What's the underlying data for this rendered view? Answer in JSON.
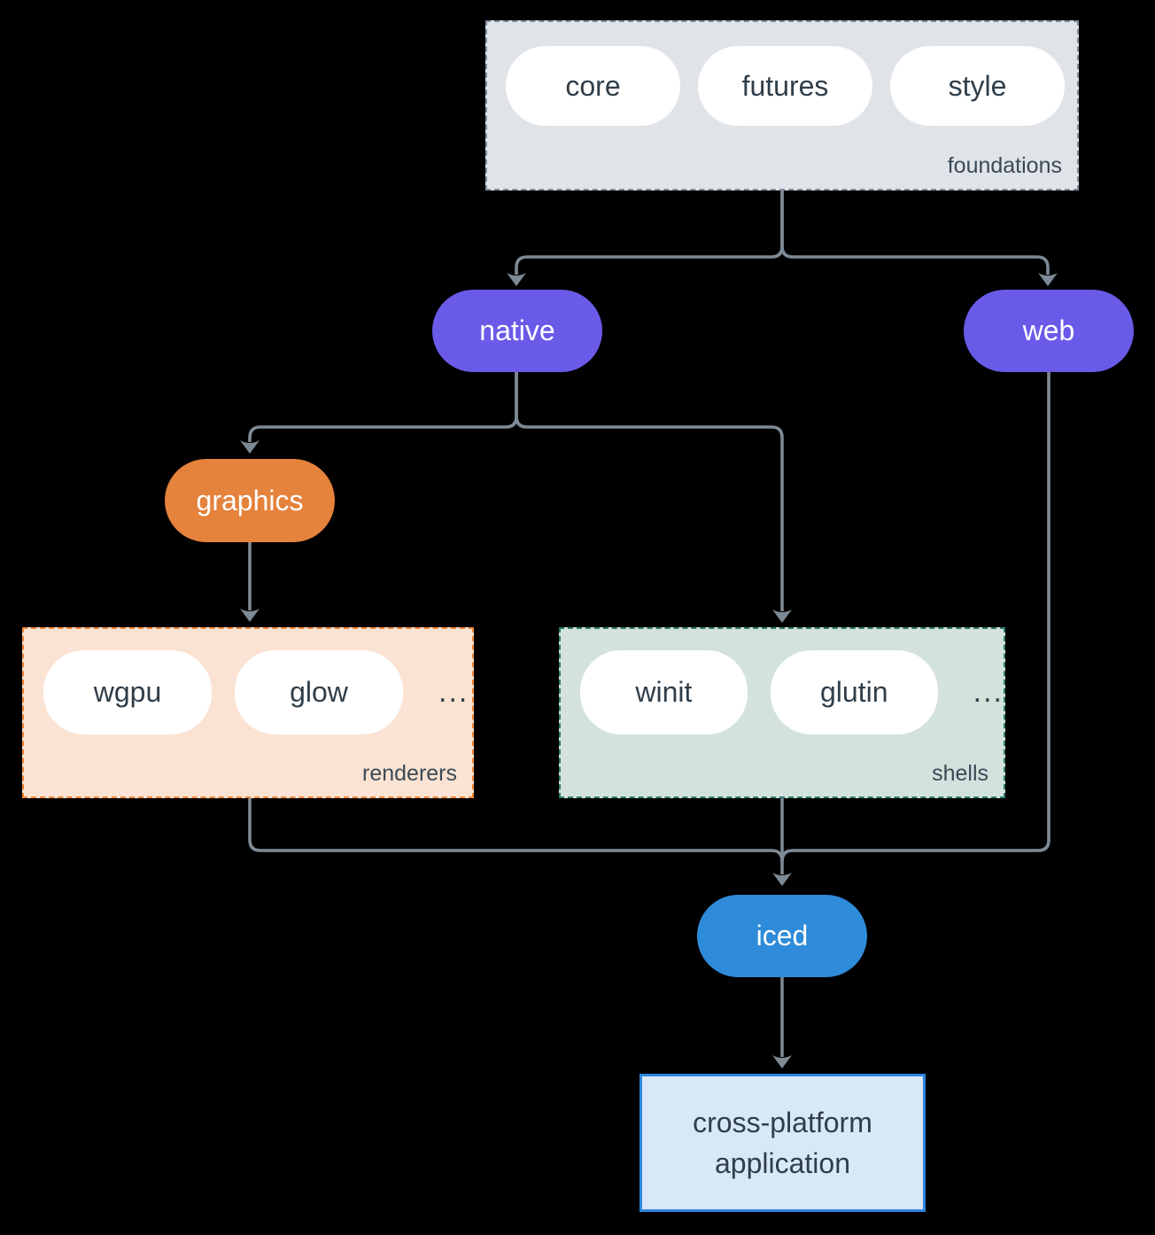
{
  "foundations": {
    "pills": [
      "core",
      "futures",
      "style"
    ],
    "label": "foundations"
  },
  "native": {
    "label": "native"
  },
  "web": {
    "label": "web"
  },
  "graphics": {
    "label": "graphics"
  },
  "renderers": {
    "pills": [
      "wgpu",
      "glow"
    ],
    "ellipsis": "...",
    "label": "renderers"
  },
  "shells": {
    "pills": [
      "winit",
      "glutin"
    ],
    "ellipsis": "...",
    "label": "shells"
  },
  "iced": {
    "label": "iced"
  },
  "application": {
    "label": "cross-platform application"
  },
  "colors": {
    "background": "#000000",
    "connector": "#7d8a96",
    "node_purple": "#6a5ae8",
    "node_orange": "#e5823c",
    "node_blue": "#2e8bd9",
    "foundations_fill": "#e0e4e9",
    "foundations_border": "#7f8e9c",
    "renderers_fill": "#fae3d3",
    "renderers_border": "#ee8434",
    "shells_fill": "#d3e2dc",
    "shells_border": "#2e7a6e",
    "application_fill": "#d8e8f8",
    "application_border": "#2e86de",
    "pill_text": "#2f3e4a",
    "label_text": "#3b4956"
  }
}
